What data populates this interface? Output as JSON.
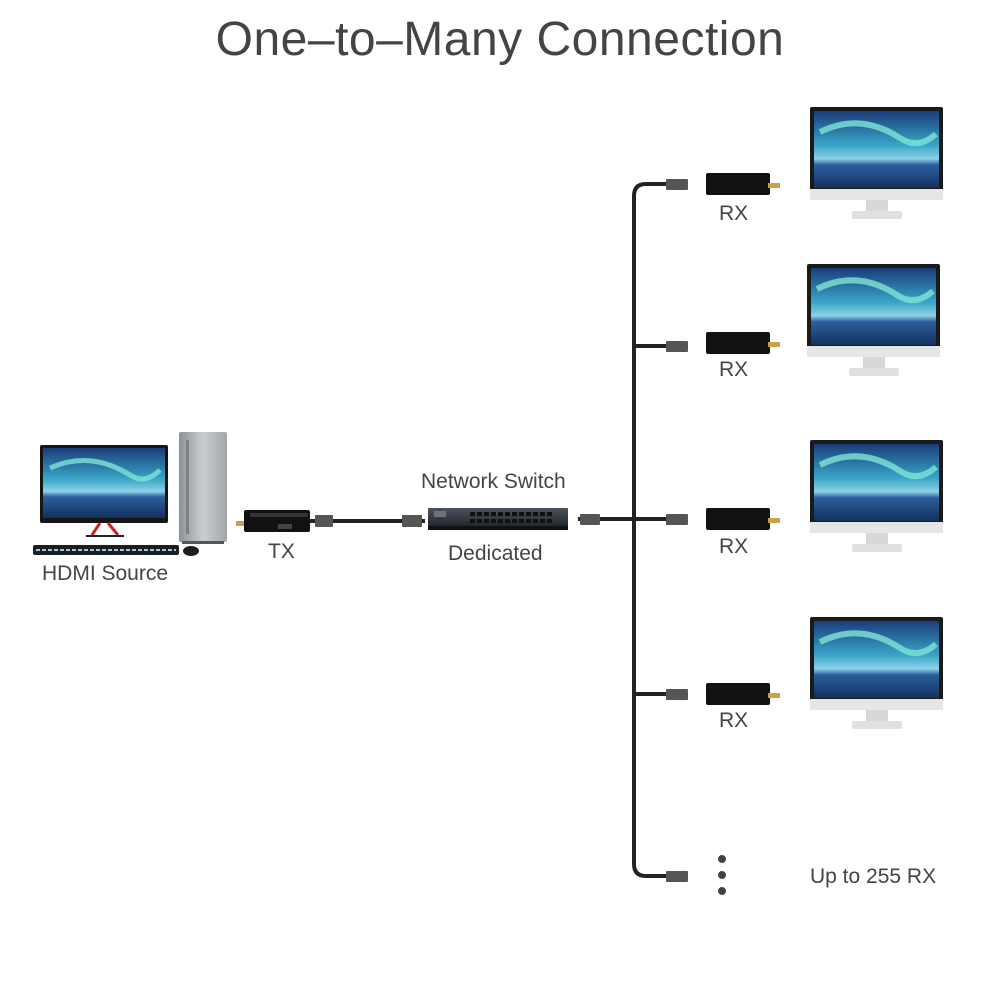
{
  "title": "One–to–Many Connection",
  "labels": {
    "source": "HDMI Source",
    "tx": "TX",
    "switch": "Network Switch",
    "dedicated": "Dedicated",
    "rx": "RX",
    "more": "Up to 255 RX"
  },
  "colors": {
    "text": "#444444",
    "cable": "#222222",
    "device": "#111111",
    "switch": "#2a2f35",
    "hdmi_gold": "#c9a24a",
    "screen_top": "#3aa7c9",
    "screen_bottom": "#1d3d86",
    "aurora": "#7fe3d6",
    "monitor_frame": "#1a1a1a",
    "monitor_base": "#e6e6e6",
    "pc_case": "#b9bcc0"
  },
  "icons": [
    "monitor-icon",
    "pc-tower-icon",
    "keyboard-icon",
    "mouse-icon",
    "hdmi-extender-icon",
    "network-switch-icon",
    "ethernet-connector-icon",
    "ellipsis-icon"
  ]
}
